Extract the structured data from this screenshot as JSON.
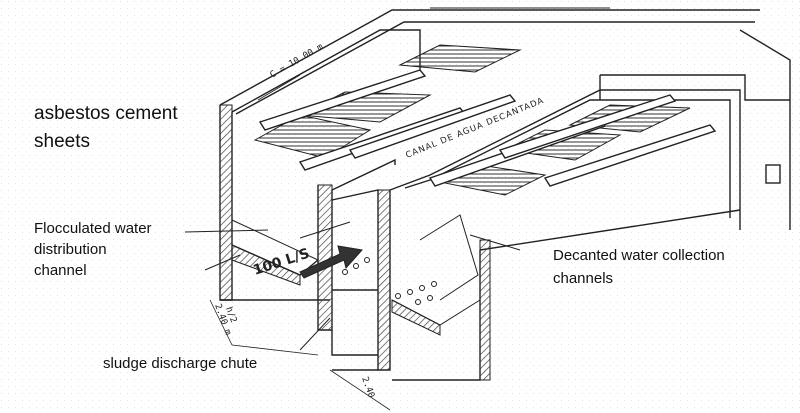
{
  "labels": {
    "sheets_line1": "asbestos cement",
    "sheets_line2": "sheets",
    "flocculated_line1": "Flocculated water",
    "flocculated_line2": "distribution",
    "flocculated_line3": "channel",
    "decanted_line1": "Decanted water collection",
    "decanted_line2": "channels",
    "sludge": "sludge discharge chute"
  },
  "drawing_text": {
    "length_dim": "C = 10.00 m",
    "canal": "CANAL DE AGUA DECANTADA",
    "flow": "100 L/S",
    "width_dim_1": "2.40 m",
    "width_dim_1b": "h/2",
    "width_dim_2": "2.40"
  },
  "colors": {
    "line": "#222222",
    "hatch": "#555555",
    "speckle": "#e6e6e6"
  }
}
